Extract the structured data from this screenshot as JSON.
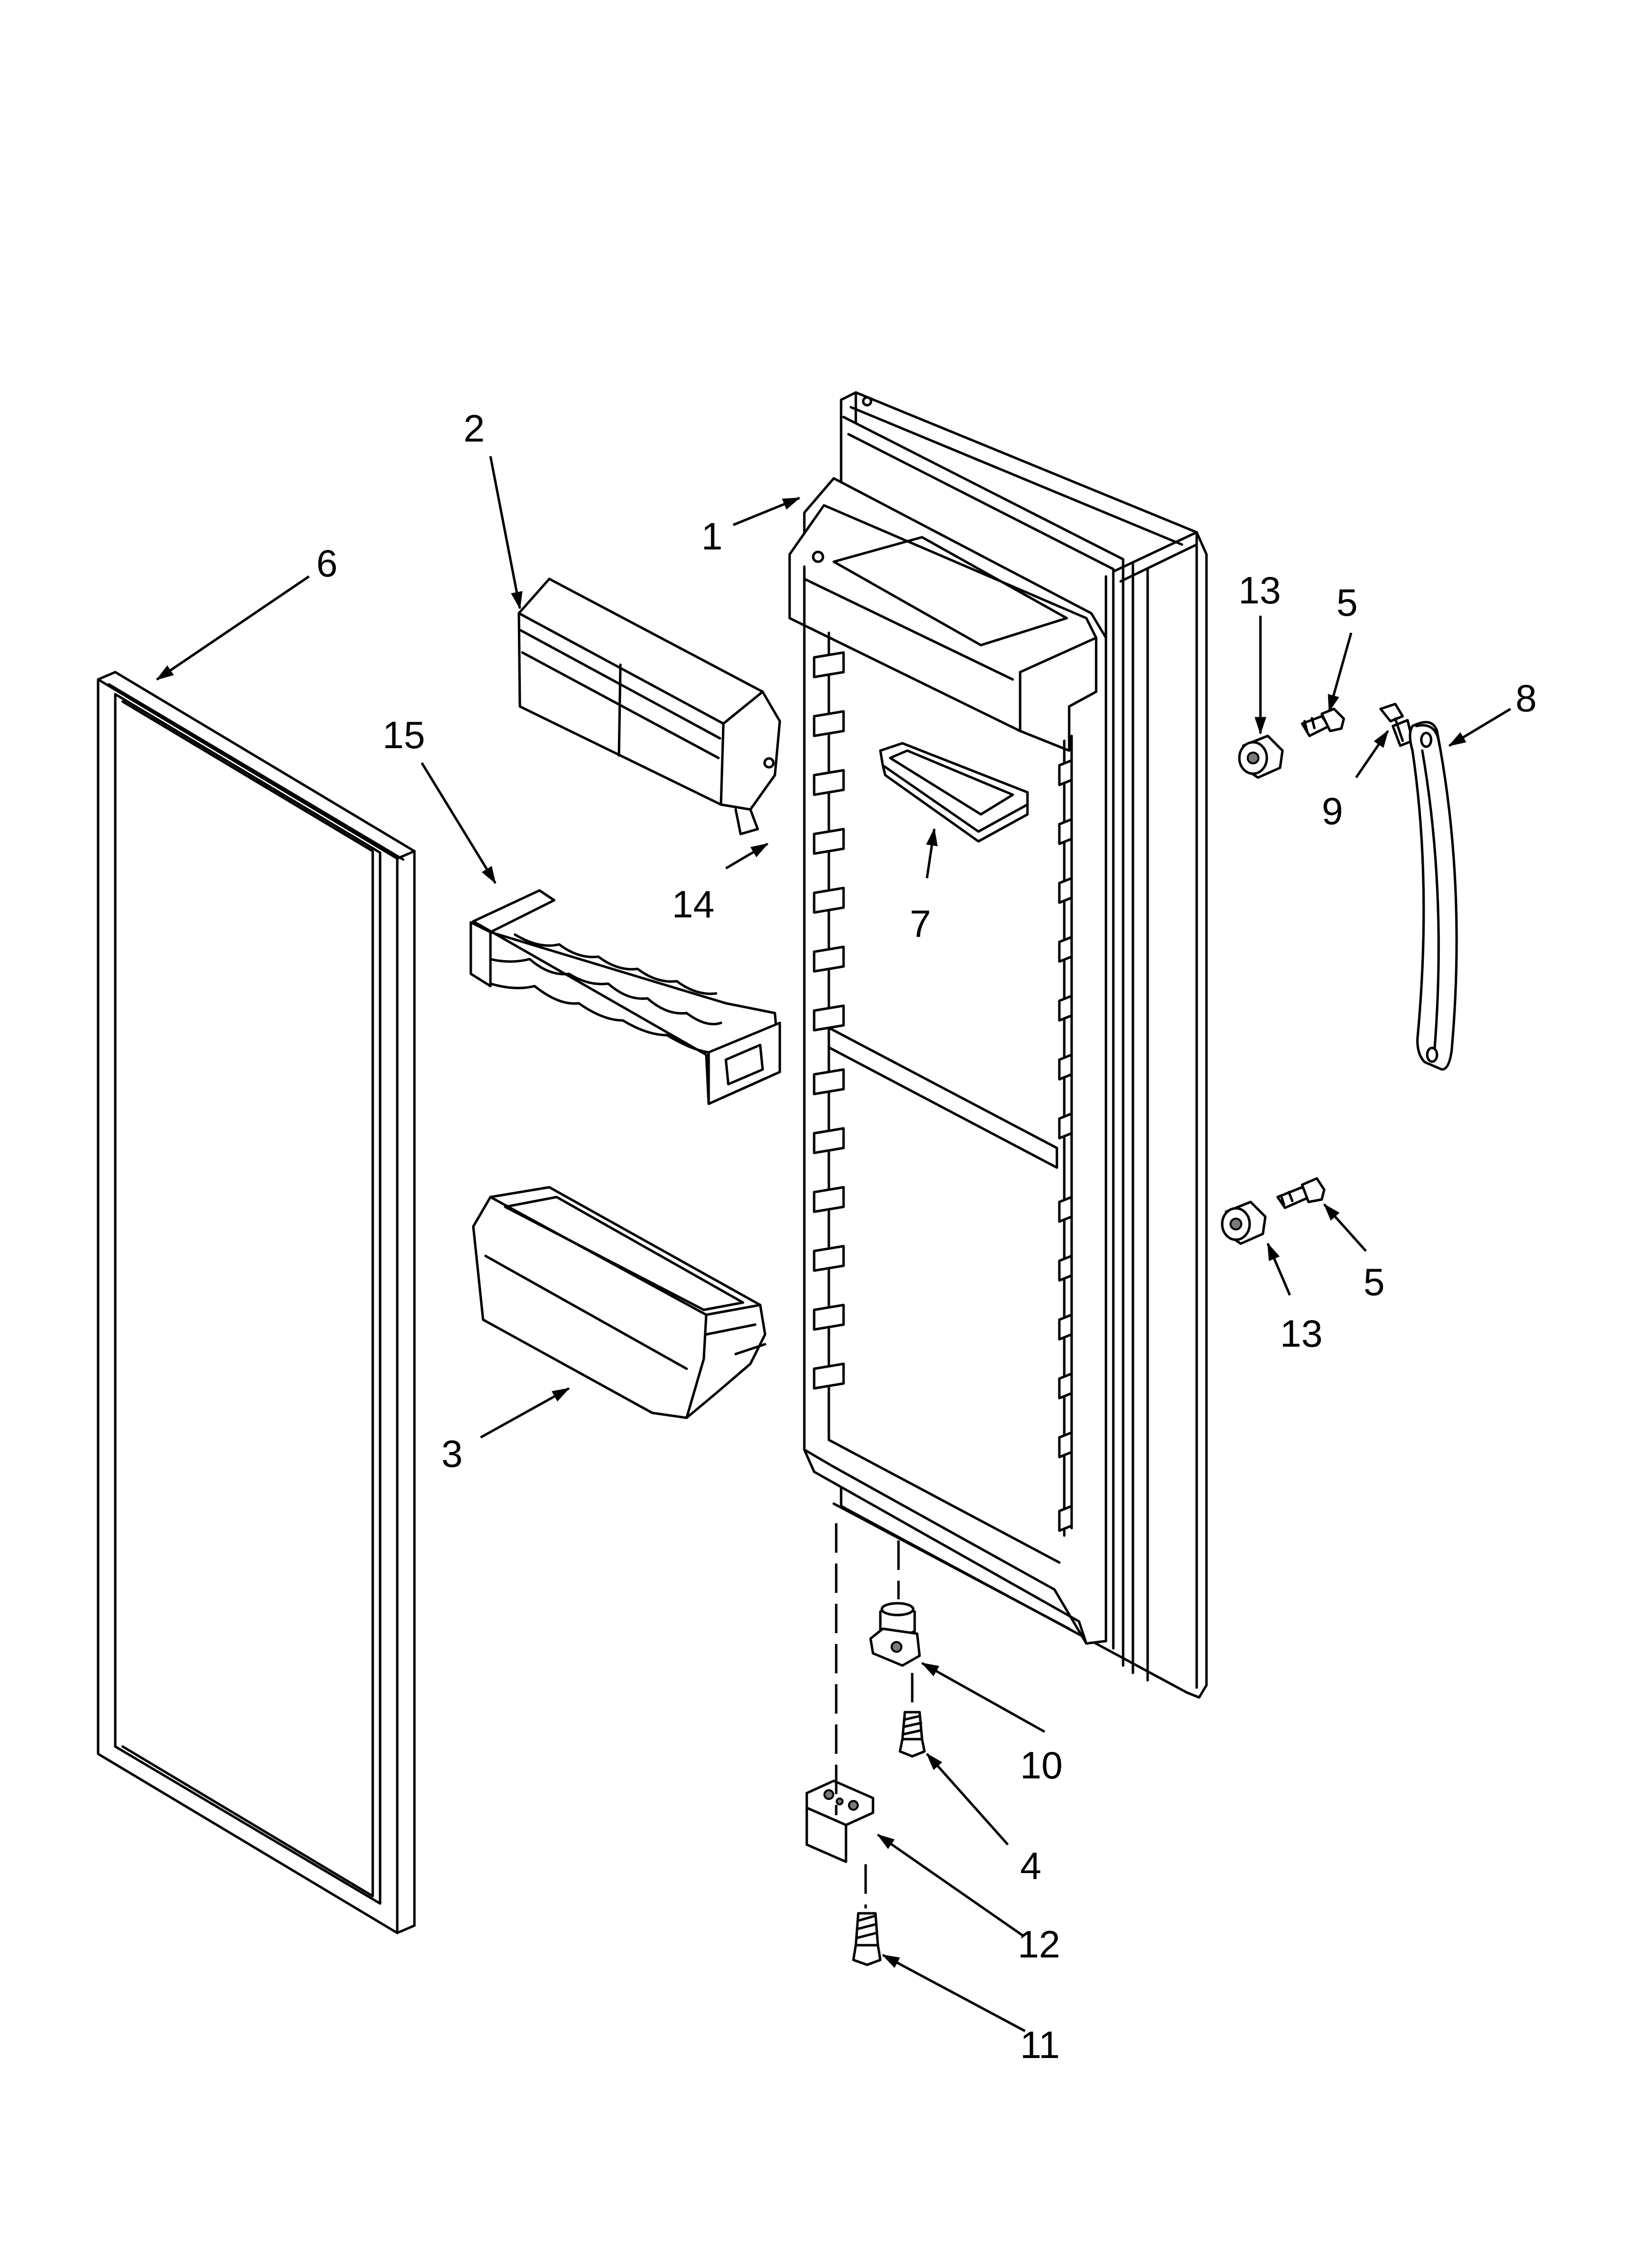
{
  "diagram": {
    "callouts": [
      {
        "id": "c1",
        "label": "1"
      },
      {
        "id": "c2",
        "label": "2"
      },
      {
        "id": "c3",
        "label": "3"
      },
      {
        "id": "c4",
        "label": "4"
      },
      {
        "id": "c5a",
        "label": "5"
      },
      {
        "id": "c5b",
        "label": "5"
      },
      {
        "id": "c6",
        "label": "6"
      },
      {
        "id": "c7",
        "label": "7"
      },
      {
        "id": "c8",
        "label": "8"
      },
      {
        "id": "c9",
        "label": "9"
      },
      {
        "id": "c10",
        "label": "10"
      },
      {
        "id": "c11",
        "label": "11"
      },
      {
        "id": "c12",
        "label": "12"
      },
      {
        "id": "c13a",
        "label": "13"
      },
      {
        "id": "c13b",
        "label": "13"
      },
      {
        "id": "c14",
        "label": "14"
      },
      {
        "id": "c15",
        "label": "15"
      }
    ]
  }
}
